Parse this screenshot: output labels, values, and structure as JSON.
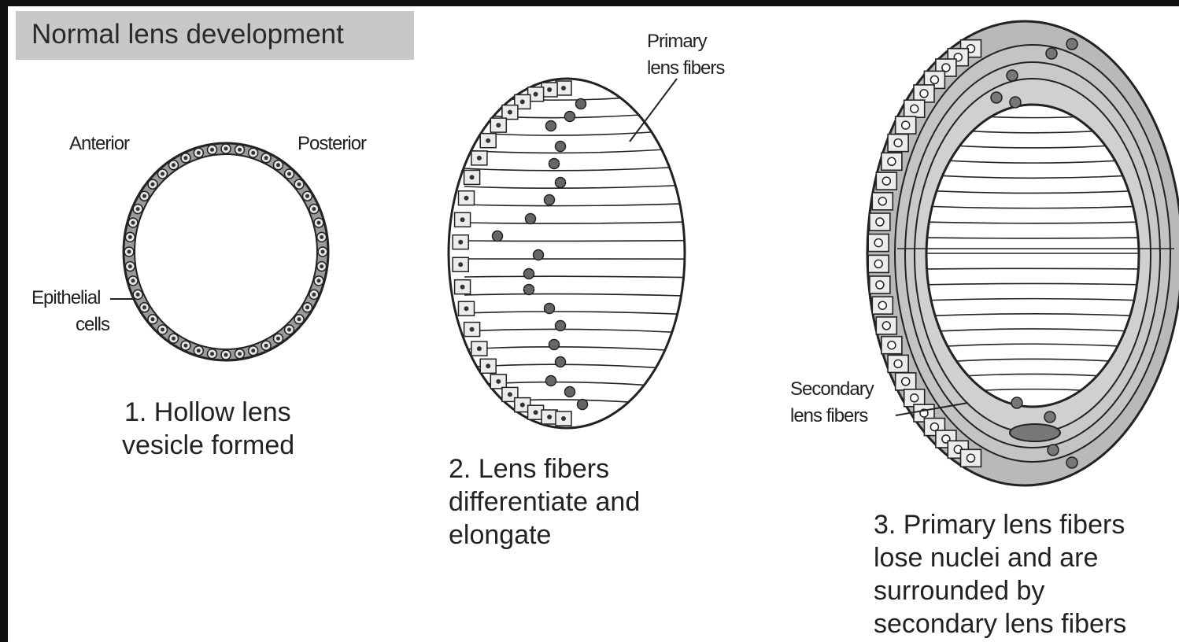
{
  "title": "Normal lens development",
  "stage1": {
    "anterior": "Anterior",
    "posterior": "Posterior",
    "epithelial_line1": "Epithelial",
    "epithelial_line2": "cells",
    "caption_line1": "1. Hollow lens",
    "caption_line2": "vesicle formed"
  },
  "stage2": {
    "label_line1": "Primary",
    "label_line2": "lens fibers",
    "caption_line1": "2. Lens fibers",
    "caption_line2": "differentiate and",
    "caption_line3": "elongate"
  },
  "stage3": {
    "label_line1": "Secondary",
    "label_line2": "lens fibers",
    "caption_line1": "3. Primary lens fibers",
    "caption_line2": "lose nuclei and are",
    "caption_line3": "surrounded by",
    "caption_line4": "secondary lens fibers"
  },
  "colors": {
    "ink": "#222222",
    "gray_fill": "#b9b9b9",
    "title_box": "#c8c8c8"
  }
}
